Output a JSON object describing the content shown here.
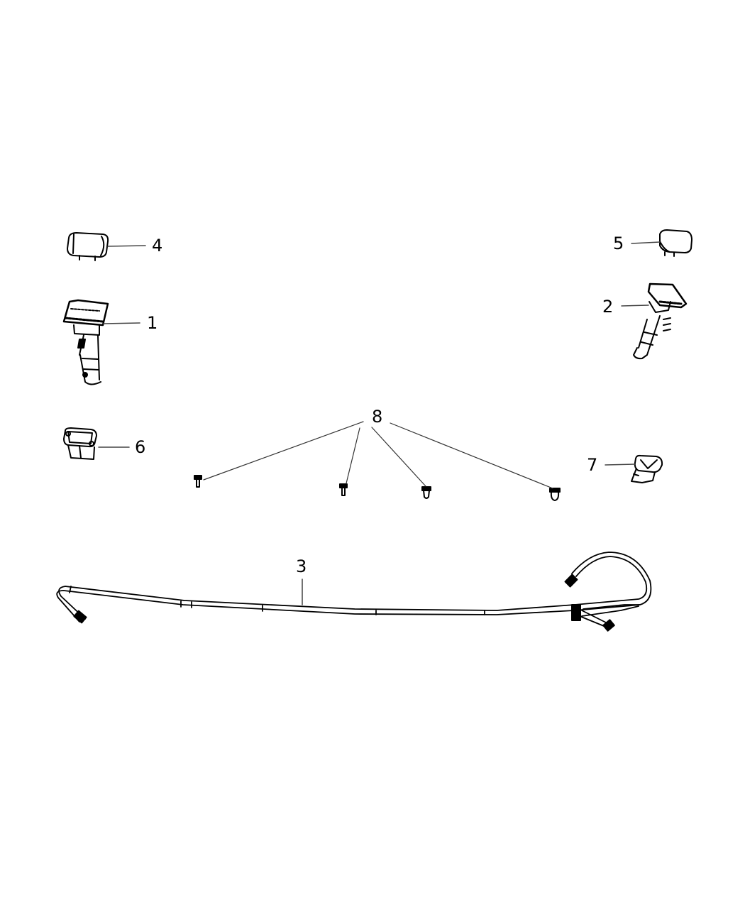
{
  "diagram": {
    "type": "parts-exploded-view",
    "callouts": [
      {
        "id": "1",
        "label": "1",
        "part": "headlamp washer nozzle (left)"
      },
      {
        "id": "2",
        "label": "2",
        "part": "headlamp washer nozzle (right)"
      },
      {
        "id": "3",
        "label": "3",
        "part": "washer hose assembly"
      },
      {
        "id": "4",
        "label": "4",
        "part": "nozzle cap (left)"
      },
      {
        "id": "5",
        "label": "5",
        "part": "nozzle cap (right)"
      },
      {
        "id": "6",
        "label": "6",
        "part": "bracket (left)"
      },
      {
        "id": "7",
        "label": "7",
        "part": "bracket (right)"
      },
      {
        "id": "8",
        "label": "8",
        "part": "push pin clips (x4)"
      }
    ]
  },
  "colors": {
    "line": "#000000",
    "leader": "#333333",
    "background": "#ffffff"
  }
}
